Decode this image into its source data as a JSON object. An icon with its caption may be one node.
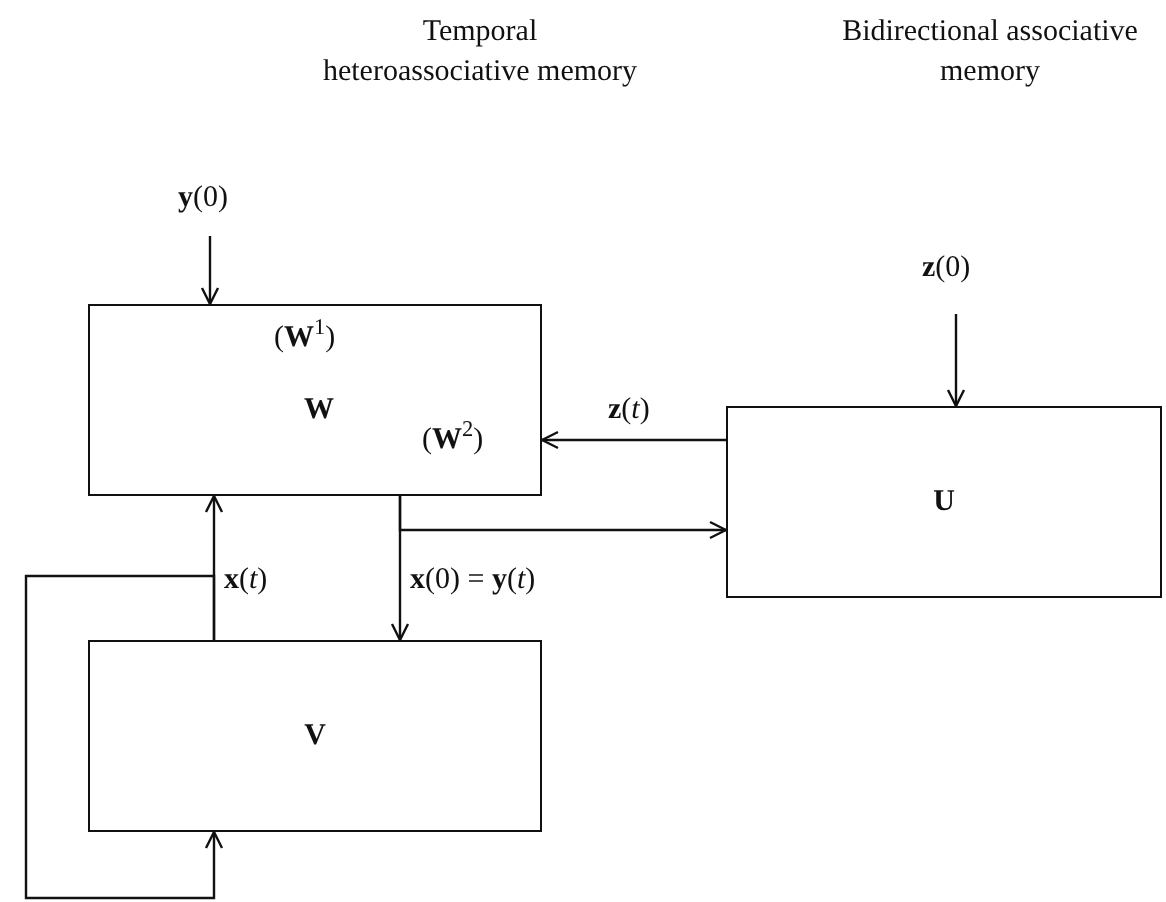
{
  "diagram": {
    "nodes": [
      {
        "text": [
          "(**W**$^{1}$)",
          "W",
          "(**W**$^{2}$)"
        ]
      },
      {
        "text": [
          "V"
        ]
      },
      {
        "text": [
          "U"
        ]
      }
    ],
    "edges": [
      {
        "from": null,
        "to": 0,
        "arrow": "to",
        "label": "**y**(0)"
      },
      {
        "from": null,
        "to": 2,
        "arrow": "to",
        "label": "**z**(0)"
      },
      {
        "from": 2,
        "to": 0,
        "arrow": "to",
        "label": "**z**(*t*)"
      },
      {
        "from": 0,
        "to": 1,
        "arrow": "to",
        "label": "**x**(0) = **y**(*t*)"
      },
      {
        "from": 0,
        "to": 2,
        "arrow": "to"
      },
      {
        "from": 1,
        "to": 0,
        "arrow": "to",
        "label": "**x**(*t*)"
      },
      {
        "from": 1,
        "to": 1,
        "arrow": "to"
      }
    ],
    "labels": [
      "Temporal heteroassociative memory",
      "Bidirectional associative memory"
    ]
  }
}
